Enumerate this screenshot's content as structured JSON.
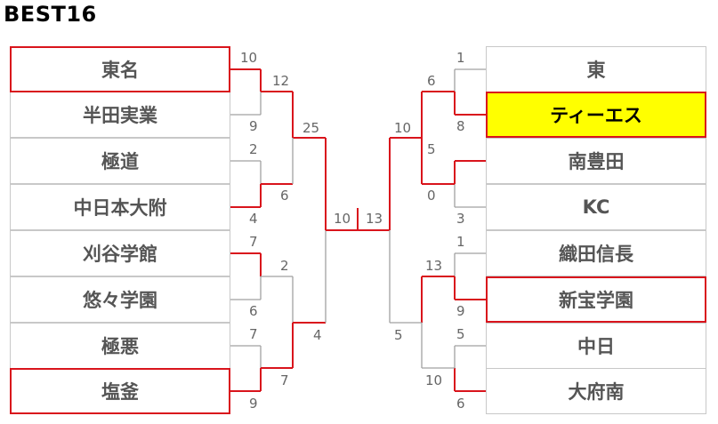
{
  "title": "BEST16",
  "colors": {
    "win": "#d9141c",
    "lose": "#a0a0a0",
    "champion_bg": "#ffff00",
    "border": "#c8c8c8"
  },
  "left_teams": [
    "東名",
    "半田実業",
    "極道",
    "中日本大附",
    "刈谷学館",
    "悠々学園",
    "極悪",
    "塩釜"
  ],
  "right_teams": [
    "東",
    "ティーエス",
    "南豊田",
    "KC",
    "織田信長",
    "新宝学園",
    "中日",
    "大府南"
  ],
  "scores": {
    "l1": [
      "10",
      "9",
      "2",
      "4",
      "7",
      "6",
      "7",
      "9"
    ],
    "l2": [
      "12",
      "6",
      "2",
      "7"
    ],
    "l3": [
      "25",
      "4"
    ],
    "final": [
      "10",
      "13"
    ],
    "r3": [
      "10",
      "5"
    ],
    "r2": [
      "6",
      "5",
      "13",
      "10"
    ],
    "r1": [
      "1",
      "8",
      "0",
      "3",
      "1",
      "9",
      "5",
      "6"
    ]
  }
}
